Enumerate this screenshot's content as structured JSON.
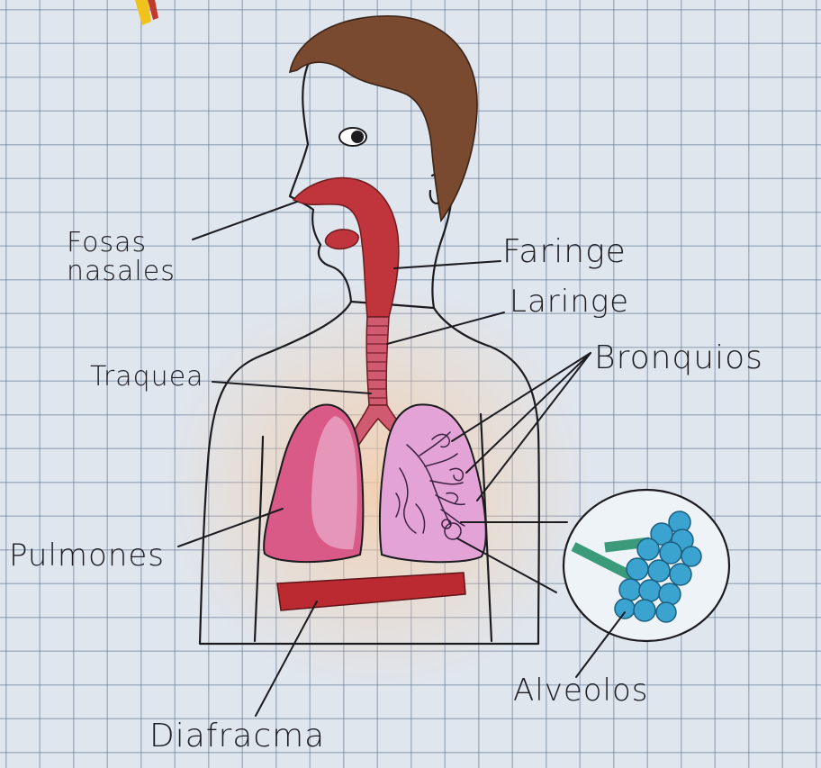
{
  "labels": {
    "nasal": "Fosas\nnasales",
    "pharynx": "Faringe",
    "larynx": "Laringe",
    "trachea": "Traquea",
    "bronchi": "Bronquios",
    "lungs": "Pulmones",
    "alveoli": "Alveolos",
    "diaphragm": "Diafracma"
  },
  "colors": {
    "paper": "#dfe6ee",
    "grid": "#5f7391",
    "hair": "#7a4a30",
    "skin": "#f6e6d8",
    "body_glow": "#f7c9a0",
    "airway": "#c0353b",
    "trachea": "#d05a70",
    "lung_left": "#d95a86",
    "lung_right": "#e3a3d6",
    "diaphragm": "#bb2a30",
    "alveoli": "#3aa3cf",
    "bronchiole": "#3a9a7a",
    "ink": "#1c1c20"
  }
}
